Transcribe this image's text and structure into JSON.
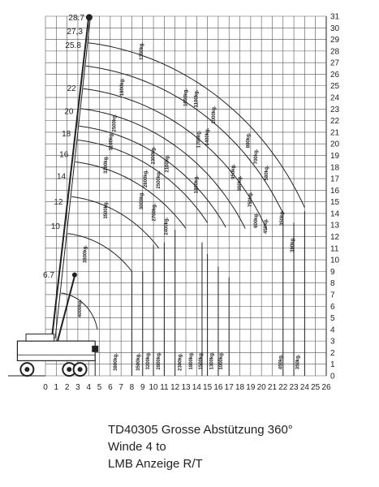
{
  "chart_data": {
    "type": "load-chart",
    "x_ticks": [
      "0",
      "1",
      "2",
      "3",
      "4",
      "5",
      "6",
      "7",
      "8",
      "9",
      "10",
      "11",
      "12",
      "13",
      "14",
      "15",
      "16",
      "17",
      "18",
      "19",
      "20",
      "21",
      "22",
      "23",
      "24",
      "25",
      "26"
    ],
    "y_ticks": [
      "0",
      "1",
      "2",
      "3",
      "4",
      "5",
      "6",
      "7",
      "8",
      "9",
      "10",
      "11",
      "12",
      "13",
      "14",
      "15",
      "16",
      "17",
      "18",
      "19",
      "20",
      "21",
      "22",
      "23",
      "24",
      "25",
      "26",
      "27",
      "28",
      "29",
      "30",
      "31"
    ],
    "boom_lengths": [
      "6.7",
      "10",
      "12",
      "14",
      "16",
      "18",
      "20",
      "22",
      "25.8",
      "27,3",
      "28.7"
    ],
    "boom_length_y": [
      8.7,
      12.9,
      15.0,
      17.2,
      19.1,
      20.9,
      22.8,
      24.8,
      28.5,
      29.7,
      30.9
    ],
    "xlim": [
      0,
      26
    ],
    "ylim": [
      0,
      31
    ],
    "arcs": [
      {
        "x_end": 4.8,
        "y_end": 4.0
      },
      {
        "x_end": 8.0,
        "y_end": 9.0
      },
      {
        "x_end": 10.5,
        "y_end": 11.0
      },
      {
        "x_end": 13.0,
        "y_end": 12.7
      },
      {
        "x_end": 15.0,
        "y_end": 13.2
      },
      {
        "x_end": 16.7,
        "y_end": 12.8
      },
      {
        "x_end": 18.5,
        "y_end": 12.7
      },
      {
        "x_end": 20.5,
        "y_end": 12.6
      },
      {
        "x_end": 22.0,
        "y_end": 14.0
      },
      {
        "x_end": 24.0,
        "y_end": 14.5
      }
    ],
    "verticals": [
      {
        "x": 8.0,
        "y_top": 9.0
      },
      {
        "x": 9.0,
        "y_top": 9.0
      },
      {
        "x": 10.0,
        "y_top": 11.3
      },
      {
        "x": 11.0,
        "y_top": 11.5
      },
      {
        "x": 12.0,
        "y_top": 12.6
      },
      {
        "x": 14.5,
        "y_top": 11.5
      },
      {
        "x": 15.0,
        "y_top": 10.5
      },
      {
        "x": 16.0,
        "y_top": 9.4
      },
      {
        "x": 17.0,
        "y_top": 8.5
      },
      {
        "x": 22.0,
        "y_top": 14.0
      },
      {
        "x": 23.0,
        "y_top": 13.2
      },
      {
        "x": 24.0,
        "y_top": 14.2
      }
    ],
    "load_labels": [
      {
        "text": "4000kg.",
        "x": 3.3,
        "y": 5.8
      },
      {
        "text": "3800kg.",
        "x": 3.8,
        "y": 10.5
      },
      {
        "text": "3500kg.",
        "x": 5.7,
        "y": 14.3
      },
      {
        "text": "3200kg.",
        "x": 5.7,
        "y": 18.2
      },
      {
        "text": "3100kg.",
        "x": 6.2,
        "y": 20.2
      },
      {
        "text": "2500kg.",
        "x": 6.5,
        "y": 21.8
      },
      {
        "text": "1800kg.",
        "x": 7.2,
        "y": 24.9
      },
      {
        "text": "1300kg.",
        "x": 9.0,
        "y": 28.0
      },
      {
        "text": "3000kg.",
        "x": 9.0,
        "y": 15.1
      },
      {
        "text": "2800kg.",
        "x": 9.4,
        "y": 17.0
      },
      {
        "text": "2300kg.",
        "x": 10.1,
        "y": 19.0
      },
      {
        "text": "2700kg.",
        "x": 10.2,
        "y": 14.1
      },
      {
        "text": "2500kg.",
        "x": 10.6,
        "y": 16.9
      },
      {
        "text": "2400kg.",
        "x": 11.3,
        "y": 12.9
      },
      {
        "text": "2100kg.",
        "x": 11.4,
        "y": 18.3
      },
      {
        "text": "1600kg.",
        "x": 13.1,
        "y": 24.0
      },
      {
        "text": "1100kg.",
        "x": 14.1,
        "y": 23.9
      },
      {
        "text": "1700kg.",
        "x": 14.3,
        "y": 20.4
      },
      {
        "text": "1400kg.",
        "x": 15.1,
        "y": 20.6
      },
      {
        "text": "1000kg.",
        "x": 15.7,
        "y": 22.5
      },
      {
        "text": "1800kg.",
        "x": 14.1,
        "y": 16.5
      },
      {
        "text": "950kg.",
        "x": 17.5,
        "y": 17.6
      },
      {
        "text": "850kg.",
        "x": 18.1,
        "y": 16.6
      },
      {
        "text": "800kg.",
        "x": 18.9,
        "y": 20.3
      },
      {
        "text": "750kg.",
        "x": 19.1,
        "y": 15.2
      },
      {
        "text": "700kg.",
        "x": 19.6,
        "y": 18.9
      },
      {
        "text": "600kg.",
        "x": 19.6,
        "y": 13.4
      },
      {
        "text": "580kg.",
        "x": 20.6,
        "y": 17.5
      },
      {
        "text": "450kg.",
        "x": 20.5,
        "y": 12.9
      },
      {
        "text": "350kg.",
        "x": 22.0,
        "y": 13.6
      },
      {
        "text": "390kg.",
        "x": 23.0,
        "y": 11.3
      },
      {
        "text": "3800kg.",
        "x": 6.6,
        "y": 1.2
      },
      {
        "text": "3500kg.",
        "x": 8.7,
        "y": 1.2
      },
      {
        "text": "3200kg.",
        "x": 9.6,
        "y": 1.3
      },
      {
        "text": "2800kg.",
        "x": 10.6,
        "y": 1.3
      },
      {
        "text": "2300kg.",
        "x": 12.6,
        "y": 1.2
      },
      {
        "text": "1800kg.",
        "x": 13.6,
        "y": 1.3
      },
      {
        "text": "1500kg.",
        "x": 14.5,
        "y": 1.3
      },
      {
        "text": "1300kg.",
        "x": 15.5,
        "y": 1.3
      },
      {
        "text": "1000kg.",
        "x": 16.4,
        "y": 1.3
      },
      {
        "text": "450kg.",
        "x": 21.9,
        "y": 1.2
      },
      {
        "text": "350kg.",
        "x": 23.5,
        "y": 1.2
      }
    ]
  },
  "caption": {
    "line1": "TD40305  Grosse Abstützung 360°",
    "line2": "Winde 4 to",
    "line3": "LMB Anzeige R/T"
  }
}
